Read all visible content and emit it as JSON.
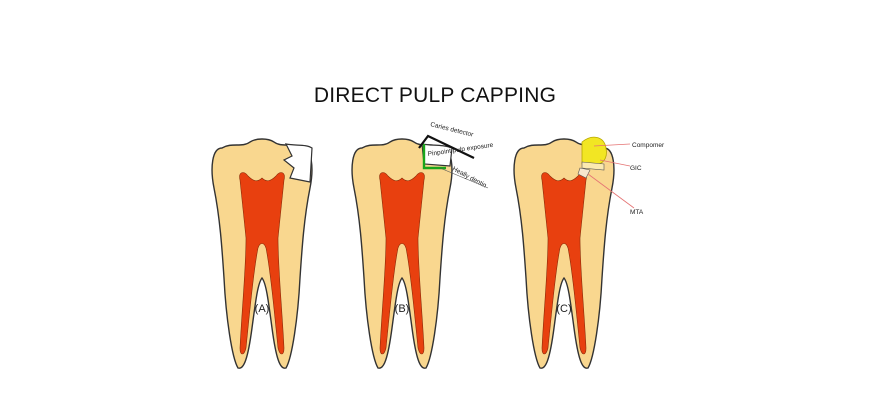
{
  "title": "DIRECT PULP CAPPING",
  "panels": [
    {
      "caption": "(A)"
    },
    {
      "caption": "(B)",
      "labels": [
        "Caries detector",
        "Pinpoint pulp exposure",
        "Heally dentin"
      ]
    },
    {
      "caption": "(C)",
      "labels": [
        "Compomer",
        "GIC",
        "MTA"
      ]
    }
  ],
  "colors": {
    "enamel_dentin": "#f9d78f",
    "pulp": "#e8400f",
    "outline": "#333333",
    "caries_detector": "#111111",
    "exposure_marker": "#1aa51a",
    "compomer": "#f2e623",
    "leader_line": "#e57373"
  }
}
